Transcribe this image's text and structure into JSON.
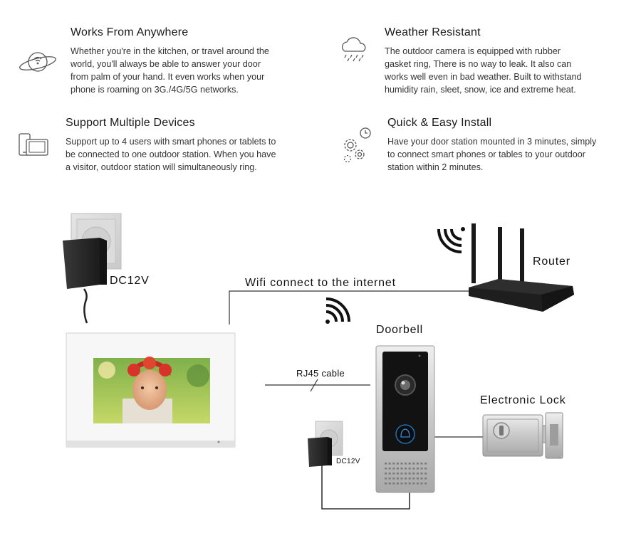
{
  "features": [
    {
      "id": "anywhere",
      "icon": "globe-wifi-icon",
      "title": "Works From Anywhere",
      "lines": [
        "Whether you're in the kitchen, or travel around the",
        "world, you'll always be able to answer your door",
        "from palm of your hand. It even works when your",
        "phone is roaming on 3G./4G/5G networks."
      ]
    },
    {
      "id": "weather",
      "icon": "rain-cloud-icon",
      "title": "Weather Resistant",
      "lines": [
        "The outdoor camera is equipped with rubber",
        "gasket ring, There is no way to leak. It also can",
        "works well even in bad weather. Built to withstand",
        "humidity rain, sleet, snow, ice and extreme heat."
      ]
    },
    {
      "id": "devices",
      "icon": "devices-icon",
      "title": "Support Multiple Devices",
      "lines": [
        "Support up to 4 users with smart phones or tablets to",
        "be connected to one outdoor station. When you have",
        "a visitor, outdoor station will simultaneously ring."
      ]
    },
    {
      "id": "install",
      "icon": "gears-clock-icon",
      "title": "Quick & Easy Install",
      "lines": [
        "Have your door station mounted in 3 minutes, simply",
        "to connect smart phones or tables to your outdoor",
        "station within 2 minutes."
      ]
    }
  ],
  "diagram": {
    "dc12v_main": "DC12V",
    "wifi_label": "Wifi connect to the internet",
    "router_label": "Router",
    "doorbell_label": "Doorbell",
    "rj45_label": "RJ45 cable",
    "lock_label": "Electronic Lock",
    "dc12v_small": "DC12V"
  },
  "colors": {
    "line": "#333333",
    "adapter": "#2b2b2b",
    "router": "#1c1c1c",
    "doorbell_frame": "#b9bcc0",
    "doorbell_face": "#121212"
  }
}
